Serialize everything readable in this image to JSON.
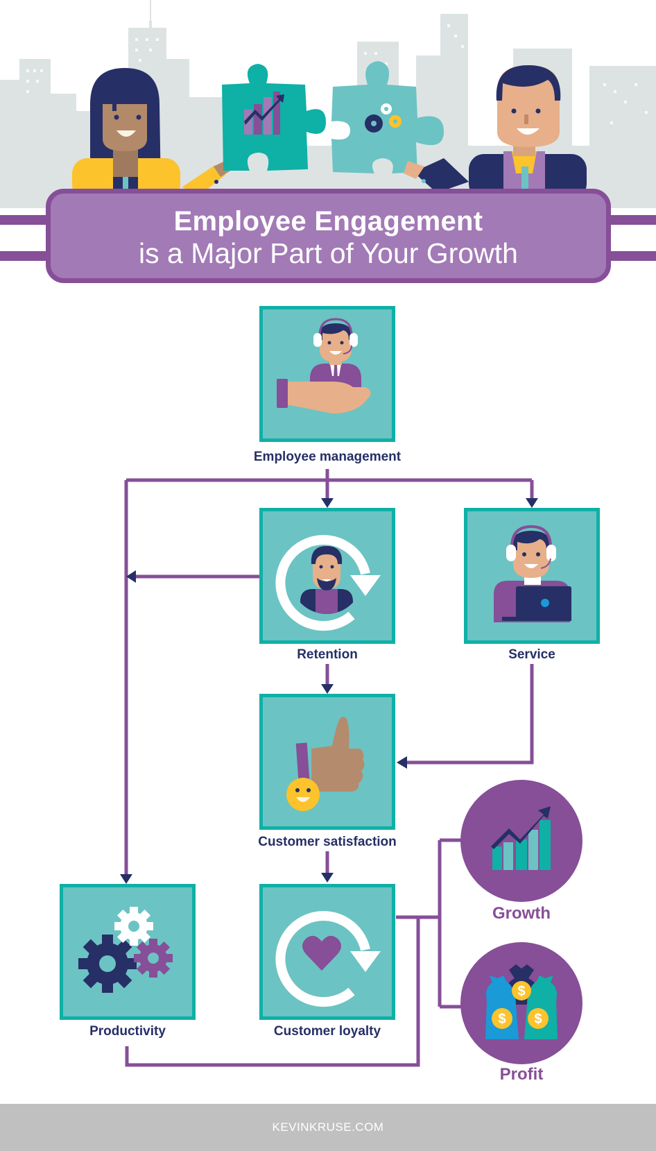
{
  "header": {
    "title_line1": "Employee Engagement",
    "title_line2": "is a Major Part of Your Growth"
  },
  "nodes": {
    "employee_management": {
      "label": "Employee management",
      "icon": "hand-holding-employee-icon"
    },
    "retention": {
      "label": "Retention",
      "icon": "retention-cycle-icon"
    },
    "service": {
      "label": "Service",
      "icon": "service-agent-laptop-icon"
    },
    "customer_satisfaction": {
      "label": "Customer satisfaction",
      "icon": "thumbs-up-smiley-icon"
    },
    "productivity": {
      "label": "Productivity",
      "icon": "gears-icon"
    },
    "customer_loyalty": {
      "label": "Customer loyalty",
      "icon": "heart-cycle-icon"
    },
    "growth": {
      "label": "Growth",
      "icon": "growth-chart-icon"
    },
    "profit": {
      "label": "Profit",
      "icon": "money-bags-icon",
      "coin_symbol": "$"
    }
  },
  "edges": [
    {
      "from": "Employee management",
      "to": "Retention"
    },
    {
      "from": "Employee management",
      "to": "Service"
    },
    {
      "from": "Employee management",
      "to": "Productivity"
    },
    {
      "from": "Retention",
      "to": "Productivity"
    },
    {
      "from": "Retention",
      "to": "Customer satisfaction"
    },
    {
      "from": "Service",
      "to": "Customer satisfaction"
    },
    {
      "from": "Customer satisfaction",
      "to": "Customer loyalty"
    },
    {
      "from": "Customer loyalty",
      "to": "Growth"
    },
    {
      "from": "Customer loyalty",
      "to": "Profit"
    },
    {
      "from": "Productivity",
      "to": "Growth"
    },
    {
      "from": "Productivity",
      "to": "Profit"
    }
  ],
  "colors": {
    "purple": "#864f98",
    "purple_light": "#a27ab6",
    "navy": "#262f66",
    "teal_box": "#6cc3c3",
    "teal_border": "#0fb0a6",
    "yellow": "#fcc32c",
    "footer_gray": "#c0c0c0"
  },
  "footer": {
    "text": "KEVINKRUSE.COM"
  }
}
